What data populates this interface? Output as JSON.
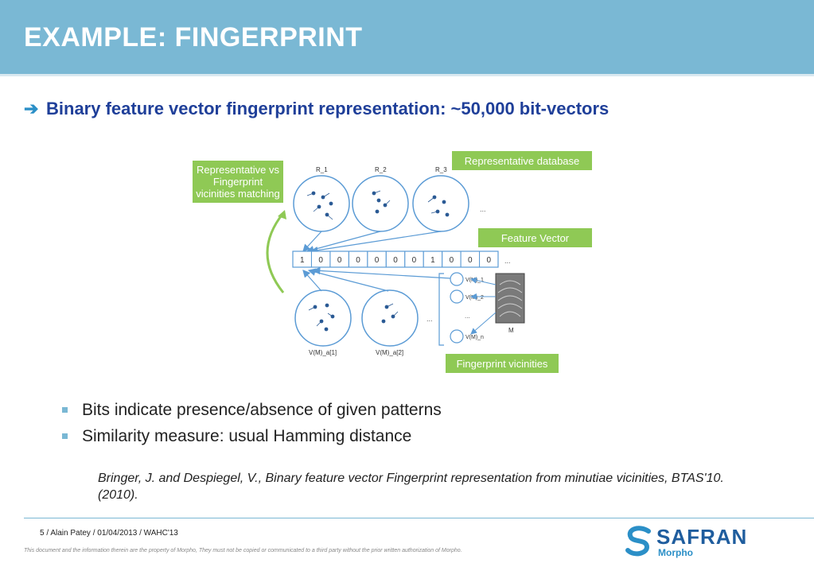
{
  "slide": {
    "title": "EXAMPLE: FINGERPRINT",
    "headline": "Binary feature vector fingerprint representation: ~50,000 bit-vectors"
  },
  "diagram": {
    "labels": {
      "matching": "Representative vs Fingerprint vicinities matching",
      "database": "Representative database",
      "feature_vector": "Feature Vector",
      "vicinities": "Fingerprint vicinities"
    },
    "representatives": [
      "R_1",
      "R_2",
      "R_3"
    ],
    "bits": [
      "1",
      "0",
      "0",
      "0",
      "0",
      "0",
      "0",
      "1",
      "0",
      "0",
      "0"
    ],
    "ellipsis": "...",
    "vicinity_circles": [
      "V(M)_a[1]",
      "V(M)_a[2]"
    ],
    "vicinity_list": [
      "V(M)_1",
      "V(M)_2",
      "V(M)_n"
    ],
    "fingerprint_label": "M"
  },
  "bullets": [
    "Bits indicate presence/absence of given patterns",
    "Similarity measure: usual Hamming distance"
  ],
  "reference": "Bringer, J. and Despiegel, V., Binary feature vector Fingerprint representation from minutiae vicinities, BTAS'10. (2010).",
  "footer": {
    "info": "5 /   Alain Patey / 01/04/2013 / WAHC'13",
    "disclaimer": "This document and the information therein are the property of Morpho, They must not be copied or communicated to a third party without the prior written authorization of Morpho.",
    "logo_brand": "SAFRAN",
    "logo_sub": "Morpho"
  },
  "colors": {
    "header": "#7ab8d4",
    "headline": "#1f3f99",
    "green": "#8fc955",
    "logo": "#1f5d9e"
  },
  "icons": {
    "bullet_arrow": "right-arrow-icon",
    "bullet_marker": "square-bullet-icon",
    "logo": "safran-swoosh-icon"
  }
}
